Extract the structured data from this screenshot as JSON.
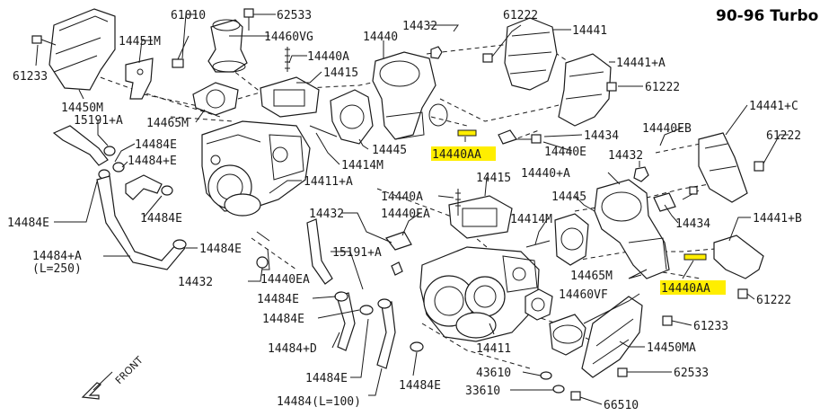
{
  "title": "90-96 Turbo",
  "front_label": "FRONT",
  "highlight_color": "#ffee00",
  "labels": {
    "p61010": "61010",
    "p62533_top": "62533",
    "p14460VG": "14460VG",
    "p14440": "14440",
    "p14432_top": "14432",
    "p61222_top": "61222",
    "p14441": "14441",
    "p14451M": "14451M",
    "p14440A_top": "14440A",
    "p14415_top": "14415",
    "p14441A_top": "14441+A",
    "p61233_left": "61233",
    "p61222_mid": "61222",
    "p14450M": "14450M",
    "p15191A_top": "15191+A",
    "p14465M_top": "14465M",
    "p14434_top": "14434",
    "p14440EB": "14440EB",
    "p14441C": "14441+C",
    "p14484E_1": "14484E",
    "p14445_top": "14445",
    "p14440AA_top": "14440AA",
    "p14440E": "14440E",
    "p61222_right": "61222",
    "p14484E_plus": "14484+E",
    "p14414M_top": "14414M",
    "p14432_mid": "14432",
    "p14440A_plus": "14440+A",
    "p14411A": "14411+A",
    "p14415_mid": "14415",
    "p14440A_mid": "14440A",
    "p14445_mid": "14445",
    "p14484E_2": "14484E",
    "p14484E_3": "14484E",
    "p14432_left": "14432",
    "p14440EA_top": "14440EA",
    "p14414M_mid": "14414M",
    "p14434_mid": "14434",
    "p14441B": "14441+B",
    "p14484A": "14484+A",
    "p14484A_len": "(L=250)",
    "p14484E_4": "14484E",
    "p15191A_mid": "15191+A",
    "p14440EA_mid": "14440EA",
    "p14432_low": "14432",
    "p14465M_mid": "14465M",
    "p14440AA_mid": "14440AA",
    "p61222_low": "61222",
    "p14484E_5": "14484E",
    "p14460VF": "14460VF",
    "p14484E_6": "14484E",
    "p61233_low": "61233",
    "p14484D": "14484+D",
    "p14411": "14411",
    "p14450MA": "14450MA",
    "p43610": "43610",
    "p62533_low": "62533",
    "p14484E_7": "14484E",
    "p14484E_8": "14484E",
    "p33610": "33610",
    "p14484L": "14484(L=100)",
    "p66510": "66510"
  }
}
